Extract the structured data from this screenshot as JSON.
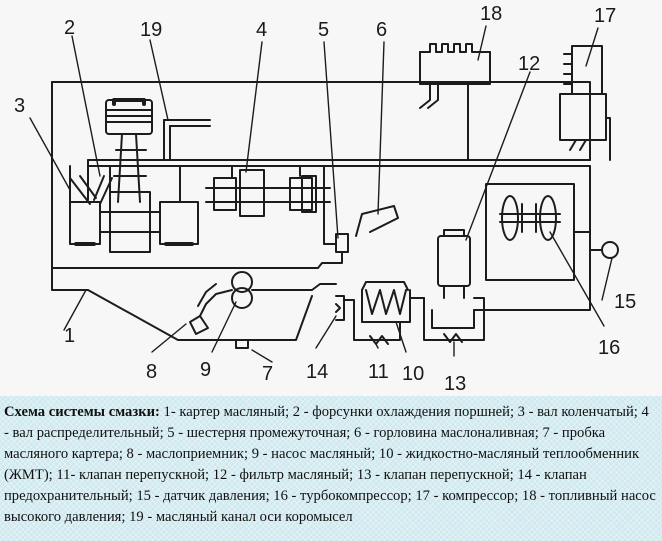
{
  "diagram": {
    "part_numbers": [
      "1",
      "2",
      "3",
      "4",
      "5",
      "6",
      "7",
      "8",
      "9",
      "10",
      "11",
      "12",
      "13",
      "14",
      "15",
      "16",
      "17",
      "18",
      "19"
    ]
  },
  "caption": {
    "title": "Схема системы смазки:",
    "text": " 1- картер масляный; 2 - форсунки охлаждения поршней; 3 - вал коленчатый; 4 - вал распределительный; 5 - шестерня промежуточная; 6 - горловина маслоналивная; 7 - пробка масляного картера; 8 - маслоприемник; 9 - насос масляный; 10 - жидкостно-масляный теплообменник (ЖМТ); 11- клапан перепускной; 12 - фильтр масляный; 13 - клапан перепускной; 14 - клапан предохранительный; 15 - датчик давления; 16 - турбокомпрессор; 17 - компрессор; 18 - топливный насос высокого давления; 19 - масляный канал оси коромысел"
  }
}
